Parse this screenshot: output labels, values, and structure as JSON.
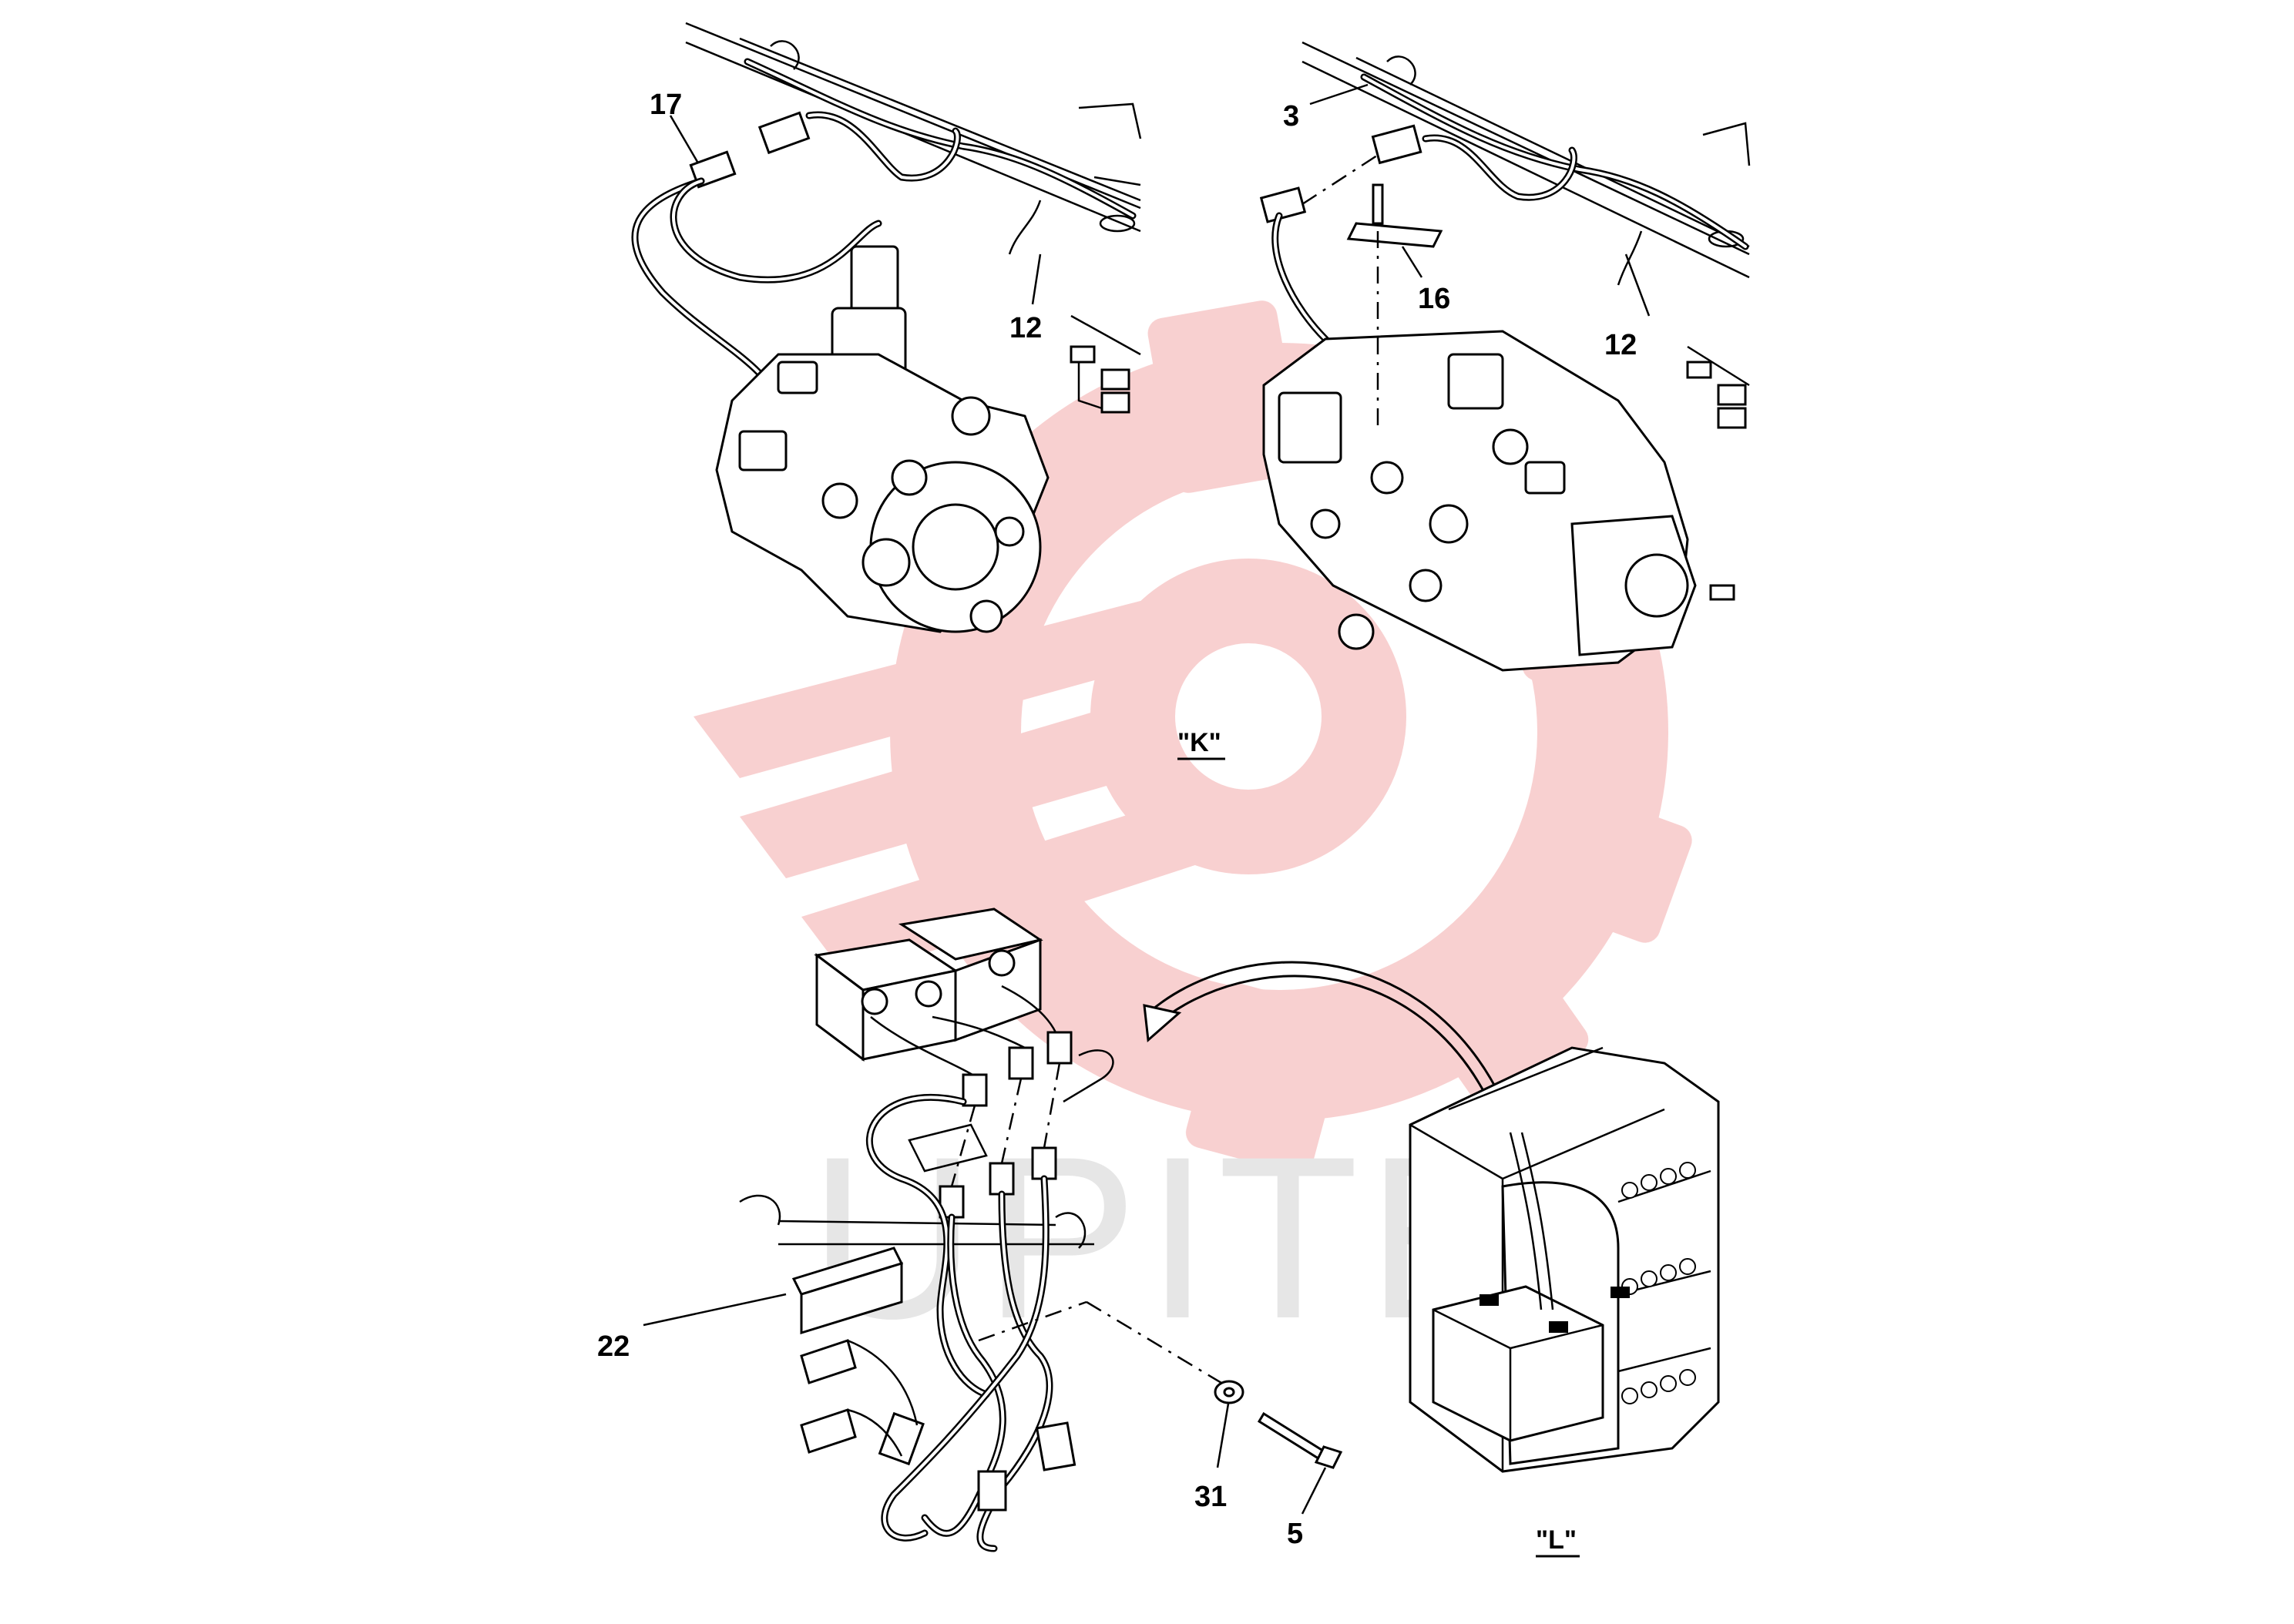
{
  "watermark": {
    "text": "UPITEX",
    "logo_color": "#f7c8c8",
    "text_color": "#e6e6e6"
  },
  "views": {
    "k": {
      "label": "\"K\""
    },
    "l": {
      "label": "\"L\""
    }
  },
  "callouts": [
    {
      "id": "17",
      "text": "17"
    },
    {
      "id": "12a",
      "text": "12"
    },
    {
      "id": "3",
      "text": "3"
    },
    {
      "id": "16",
      "text": "16"
    },
    {
      "id": "12b",
      "text": "12"
    },
    {
      "id": "22",
      "text": "22"
    },
    {
      "id": "31",
      "text": "31"
    },
    {
      "id": "5",
      "text": "5"
    }
  ]
}
